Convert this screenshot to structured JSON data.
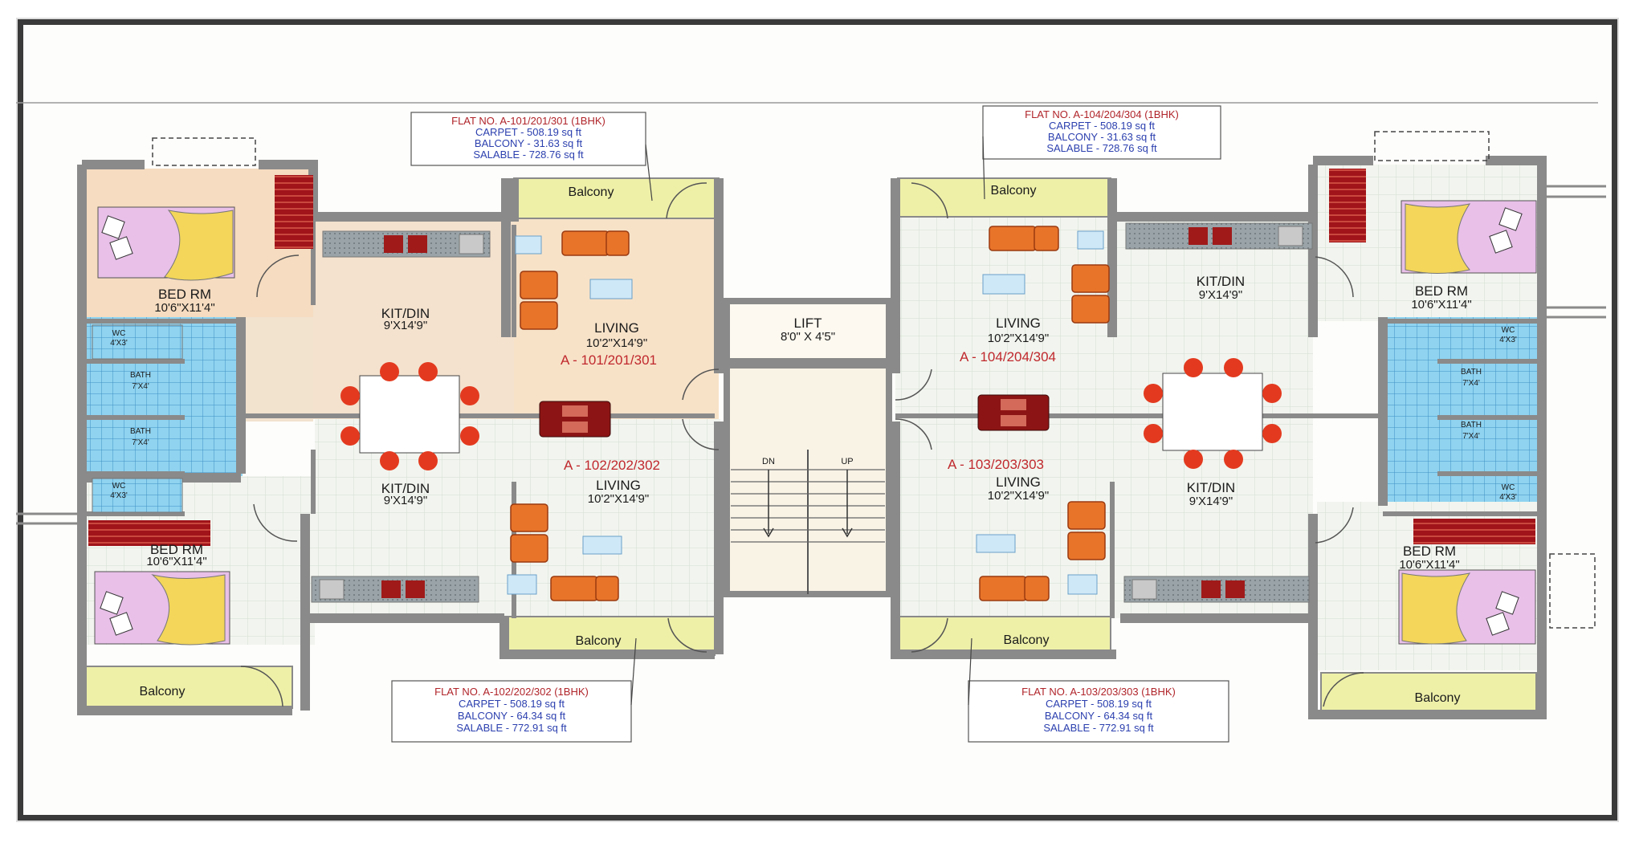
{
  "info_boxes": [
    {
      "title": "FLAT NO. A-101/201/301 (1BHK)",
      "carpet": "CARPET - 508.19 sq ft",
      "balcony": "BALCONY - 31.63 sq ft",
      "salable": "SALABLE - 728.76 sq ft"
    },
    {
      "title": "FLAT NO. A-104/204/304 (1BHK)",
      "carpet": "CARPET - 508.19 sq ft",
      "balcony": "BALCONY - 31.63 sq ft",
      "salable": "SALABLE - 728.76 sq ft"
    },
    {
      "title": "FLAT NO. A-102/202/302 (1BHK)",
      "carpet": "CARPET - 508.19 sq ft",
      "balcony": "BALCONY - 64.34 sq ft",
      "salable": "SALABLE - 772.91 sq ft"
    },
    {
      "title": "FLAT NO. A-103/203/303 (1BHK)",
      "carpet": "CARPET - 508.19 sq ft",
      "balcony": "BALCONY - 64.34 sq ft",
      "salable": "SALABLE - 772.91 sq ft"
    }
  ],
  "units": {
    "u101": "A - 101/201/301",
    "u102": "A - 102/202/302",
    "u104": "A - 104/204/304",
    "u103": "A - 103/203/303"
  },
  "rooms": {
    "bed": "BED RM",
    "bed_dim": "10'6\"X11'4\"",
    "kit": "KIT/DIN",
    "kit_dim": "9'X14'9\"",
    "living": "LIVING",
    "living_dim": "10'2\"X14'9\"",
    "bath": "BATH",
    "bath_dim": "7'X4'",
    "wc": "WC",
    "wc_dim": "4'X3'",
    "balcony": "Balcony",
    "lift": "LIFT",
    "lift_dim": "8'0\" X 4'5\""
  },
  "stairs": {
    "dn": "DN",
    "up": "UP"
  },
  "colors": {
    "wall": "#8a8a8a",
    "bed_floor": "#f6dcc0",
    "tile": "#eef3ec",
    "bath": "#8fd3f0",
    "balcony": "#eef0a8",
    "sofa": "#e8742a",
    "dining": "#e33a1f",
    "wardrobe": "#a0141a",
    "unit_label": "#c0282d"
  }
}
